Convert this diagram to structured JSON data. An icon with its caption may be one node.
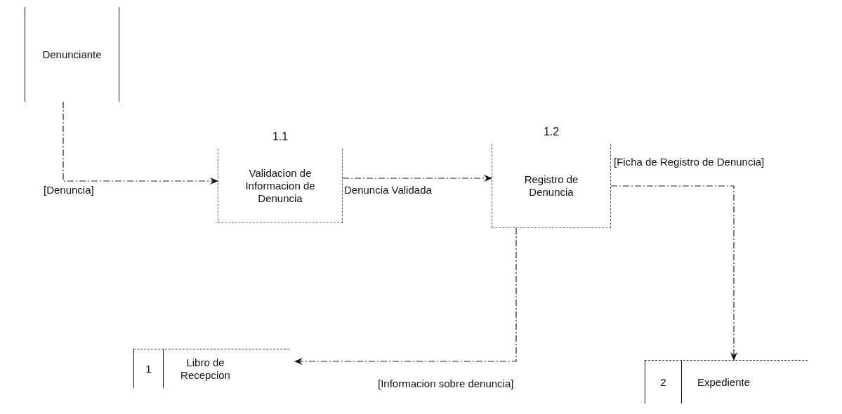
{
  "diagram": {
    "nodes": [
      {
        "text": [
          "Denunciante"
        ]
      },
      {
        "text": [
          "1.1",
          "Validacion de Informacion de Denuncia"
        ]
      },
      {
        "text": [
          "1.2",
          "Registro de Denuncia"
        ]
      },
      {
        "text": [
          "1",
          "Libro de Recepcion"
        ]
      },
      {
        "text": [
          "2",
          "Expediente"
        ]
      }
    ],
    "edges": [
      {
        "from": 0,
        "to": 1,
        "arrow": "to",
        "label": "[Denuncia]"
      },
      {
        "from": 1,
        "to": 2,
        "arrow": "to",
        "label": "Denuncia Validada"
      },
      {
        "from": 2,
        "to": 3,
        "arrow": "to",
        "label": "[Informacion sobre denuncia]"
      },
      {
        "from": 2,
        "to": 4,
        "arrow": "to",
        "label": "[Ficha de Registro de Denuncia]"
      }
    ]
  }
}
